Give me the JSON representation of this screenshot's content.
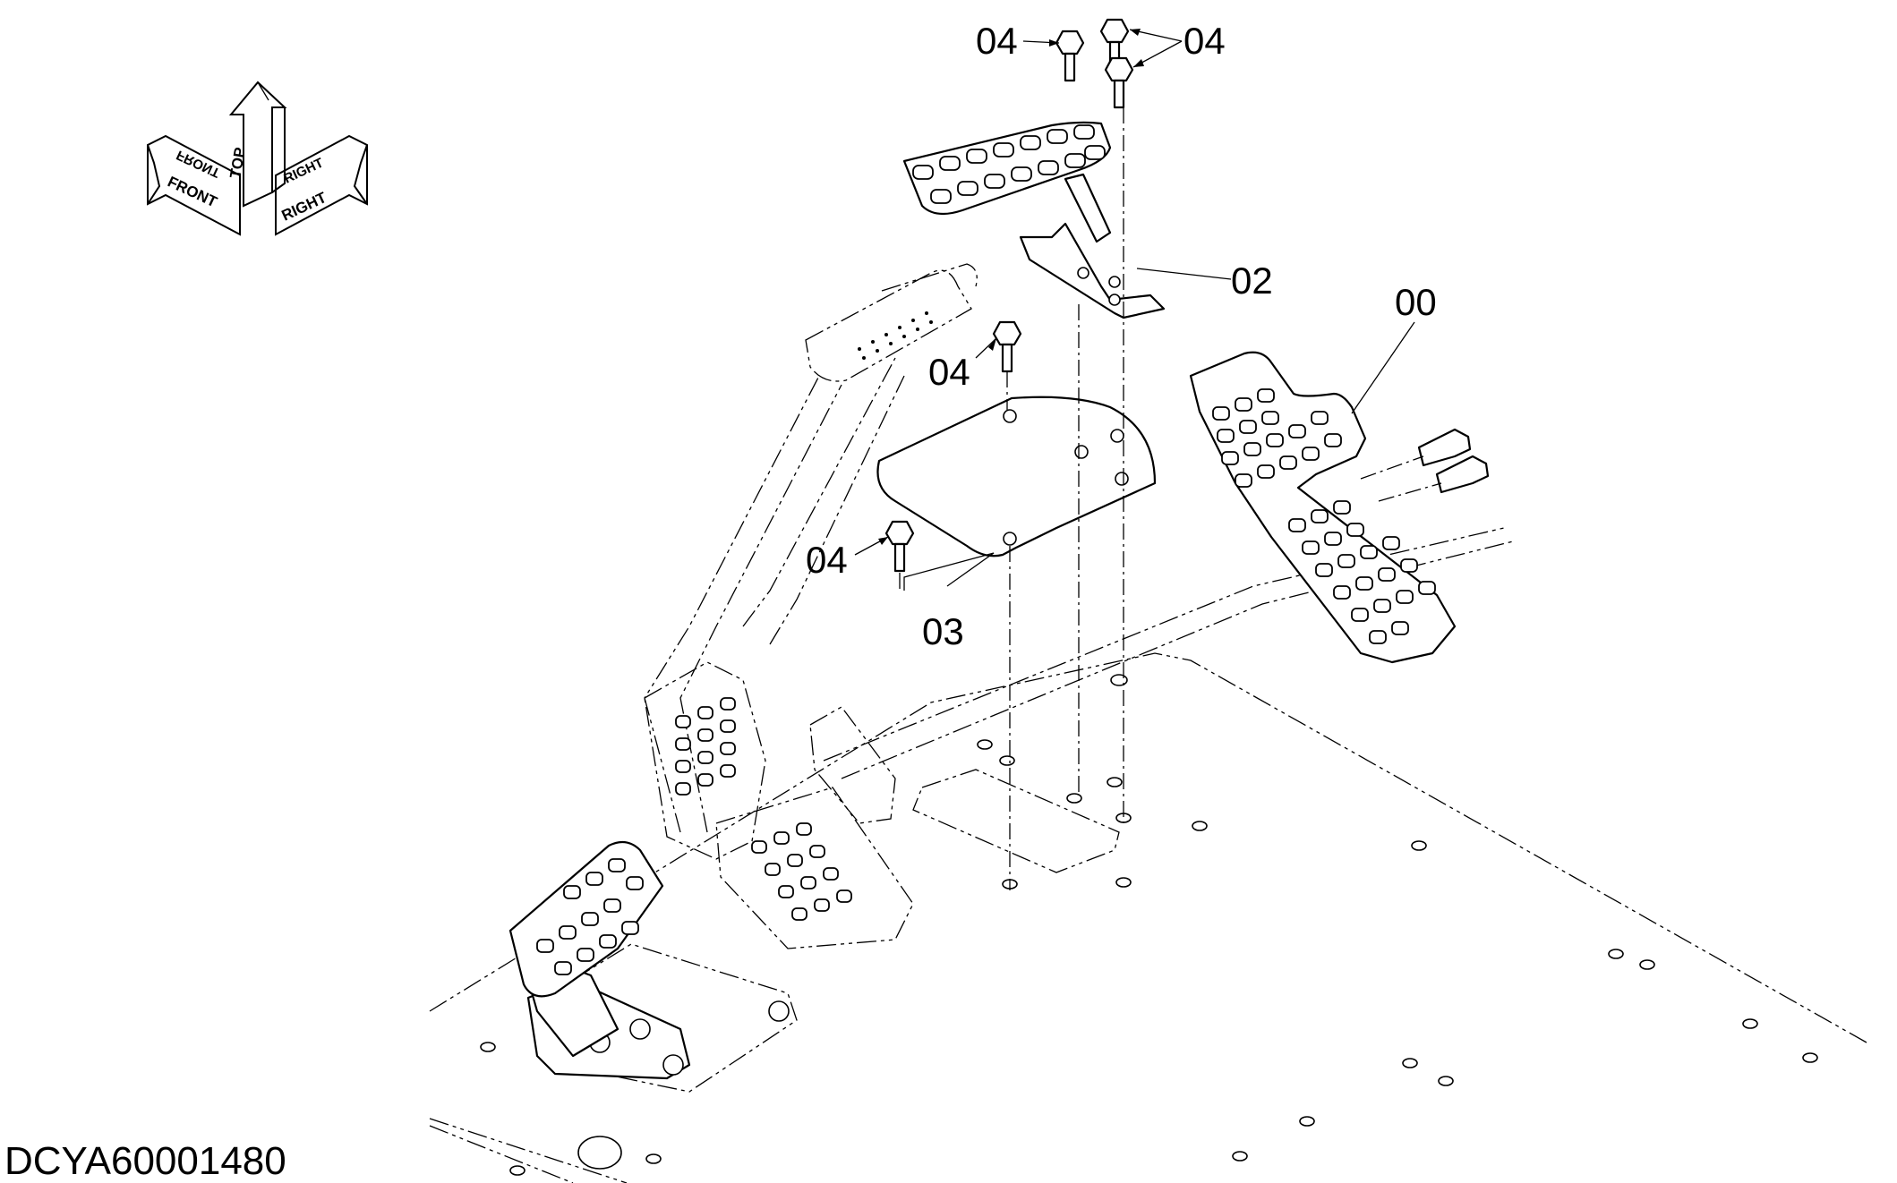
{
  "orientation": {
    "top_label": "TOP",
    "front_label": "FRONT",
    "right_label": "RIGHT"
  },
  "callouts": [
    {
      "id": "04a",
      "text": "04"
    },
    {
      "id": "04b",
      "text": "04"
    },
    {
      "id": "02",
      "text": "02"
    },
    {
      "id": "00",
      "text": "00"
    },
    {
      "id": "04c",
      "text": "04"
    },
    {
      "id": "04d",
      "text": "04"
    },
    {
      "id": "03",
      "text": "03"
    }
  ],
  "drawing_number": "DCYA60001480"
}
